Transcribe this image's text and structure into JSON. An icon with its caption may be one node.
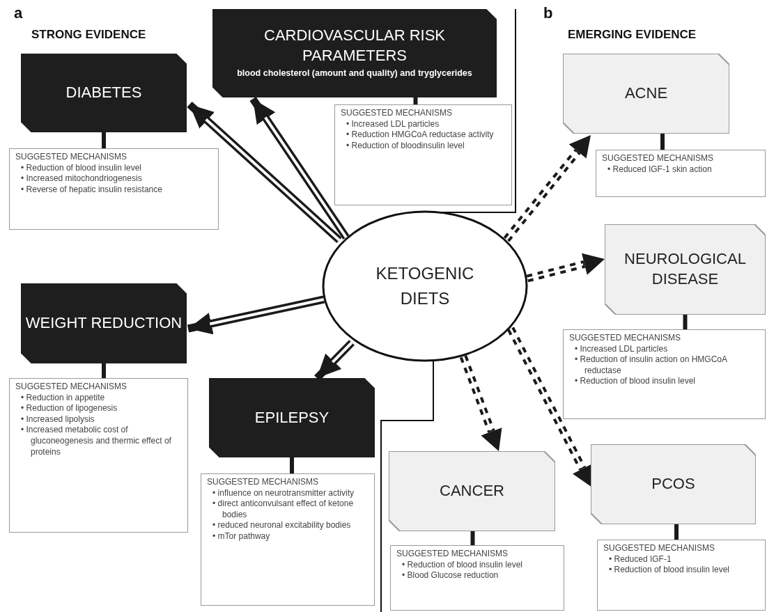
{
  "diagram": {
    "nodes": [
      {
        "text": [
          "DIABETES"
        ]
      },
      {
        "text": [
          "SUGGESTED MECHANISMS",
          "• Reduction of blood insulin level",
          "• Increased mitochondriogenesis",
          "• Reverse of hepatic insulin resistance"
        ]
      },
      {
        "text": [
          "CARDIOVASCULAR RISK PARAMETERS",
          "blood cholesterol (amount and quality) and tryglycerides"
        ]
      },
      {
        "text": [
          "SUGGESTED MECHANISMS",
          "• Increased LDL particles",
          "• Reduction HMGCoA reductase activity",
          "• Reduction of bloodinsulin level"
        ]
      },
      {
        "text": [
          "ACNE"
        ]
      },
      {
        "text": [
          "SUGGESTED MECHANISMS",
          "• Reduced IGF-1 skin action"
        ]
      },
      {
        "text": [
          "KETOGENIC DIETS"
        ]
      },
      {
        "text": [
          "NEUROLOGICAL DISEASE"
        ]
      },
      {
        "text": [
          "SUGGESTED MECHANISMS",
          "• Increased LDL particles",
          "• Reduction of insulin action on HMGCoA reductase",
          "• Reduction of blood insulin level"
        ]
      },
      {
        "text": [
          "WEIGHT REDUCTION"
        ]
      },
      {
        "text": [
          "SUGGESTED MECHANISMS",
          "• Reduction in appetite",
          "• Reduction of lipogenesis",
          "• Increased lipolysis",
          "• Increased metabolic cost of gluconeogenesis and thermic effect of proteins"
        ]
      },
      {
        "text": [
          "EPILEPSY"
        ]
      },
      {
        "text": [
          "SUGGESTED MECHANISMS",
          "• influence on neurotransmitter activity",
          "• direct anticonvulsant effect of ketone bodies",
          "• reduced neuronal excitability bodies",
          "• mTor pathway"
        ]
      },
      {
        "text": [
          "CANCER"
        ]
      },
      {
        "text": [
          "SUGGESTED MECHANISMS",
          "• Reduction of blood insulin level",
          "• Blood Glucose reduction"
        ]
      },
      {
        "text": [
          "PCOS"
        ]
      },
      {
        "text": [
          "SUGGESTED MECHANISMS",
          "• Reduced IGF-1",
          "• Reduction of blood insulin level"
        ]
      }
    ],
    "edges": [
      {
        "from": 6,
        "to": 0,
        "arrow": "to",
        "style": "thick"
      },
      {
        "from": 6,
        "to": 2,
        "arrow": "to",
        "style": "thick"
      },
      {
        "from": 6,
        "to": 9,
        "arrow": "to",
        "style": "thick"
      },
      {
        "from": 6,
        "to": 11,
        "arrow": "to",
        "style": "thick"
      },
      {
        "from": 6,
        "to": 4,
        "arrow": "to",
        "style": "dashed"
      },
      {
        "from": 6,
        "to": 7,
        "arrow": "to",
        "style": "dashed"
      },
      {
        "from": 6,
        "to": 13,
        "arrow": "to",
        "style": "dashed"
      },
      {
        "from": 6,
        "to": 15,
        "arrow": "to",
        "style": "dashed"
      },
      {
        "from": 0,
        "to": 1,
        "arrow": "none"
      },
      {
        "from": 2,
        "to": 3,
        "arrow": "none"
      },
      {
        "from": 4,
        "to": 5,
        "arrow": "none"
      },
      {
        "from": 7,
        "to": 8,
        "arrow": "none"
      },
      {
        "from": 9,
        "to": 10,
        "arrow": "none"
      },
      {
        "from": 11,
        "to": 12,
        "arrow": "none"
      },
      {
        "from": 13,
        "to": 14,
        "arrow": "none"
      },
      {
        "from": 15,
        "to": 16,
        "arrow": "none"
      }
    ],
    "labels": [
      "a",
      "STRONG EVIDENCE",
      "b",
      "EMERGING EVIDENCE"
    ]
  }
}
